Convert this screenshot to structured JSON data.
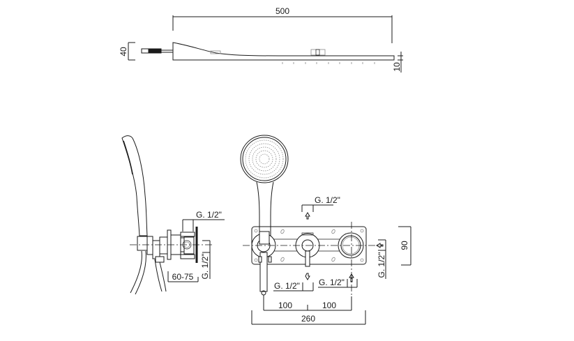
{
  "drawing": {
    "title": "Wall-mounted shower set technical drawing",
    "views": {
      "top_shower_head_side": {
        "dim_length": "500",
        "dim_height": "40",
        "dim_thickness": "10"
      },
      "side_view_mixer": {
        "dim_connection_top": "G. 1/2\"",
        "dim_connection_side": "G. 1/2\"",
        "dim_depth_range": "60-75"
      },
      "front_view_mixer": {
        "dim_inlet_top": "G. 1/2\"",
        "dim_outlet_bottom_left": "G. 1/2\"",
        "dim_outlet_bottom_right": "G. 1/2\"",
        "dim_inlet_right": "G. 1/2\"",
        "dim_plate_height": "90",
        "dim_spacing_left": "100",
        "dim_spacing_right": "100",
        "dim_total_width": "260"
      }
    },
    "colors": {
      "line": "#1a1a1a",
      "background": "#ffffff"
    }
  }
}
